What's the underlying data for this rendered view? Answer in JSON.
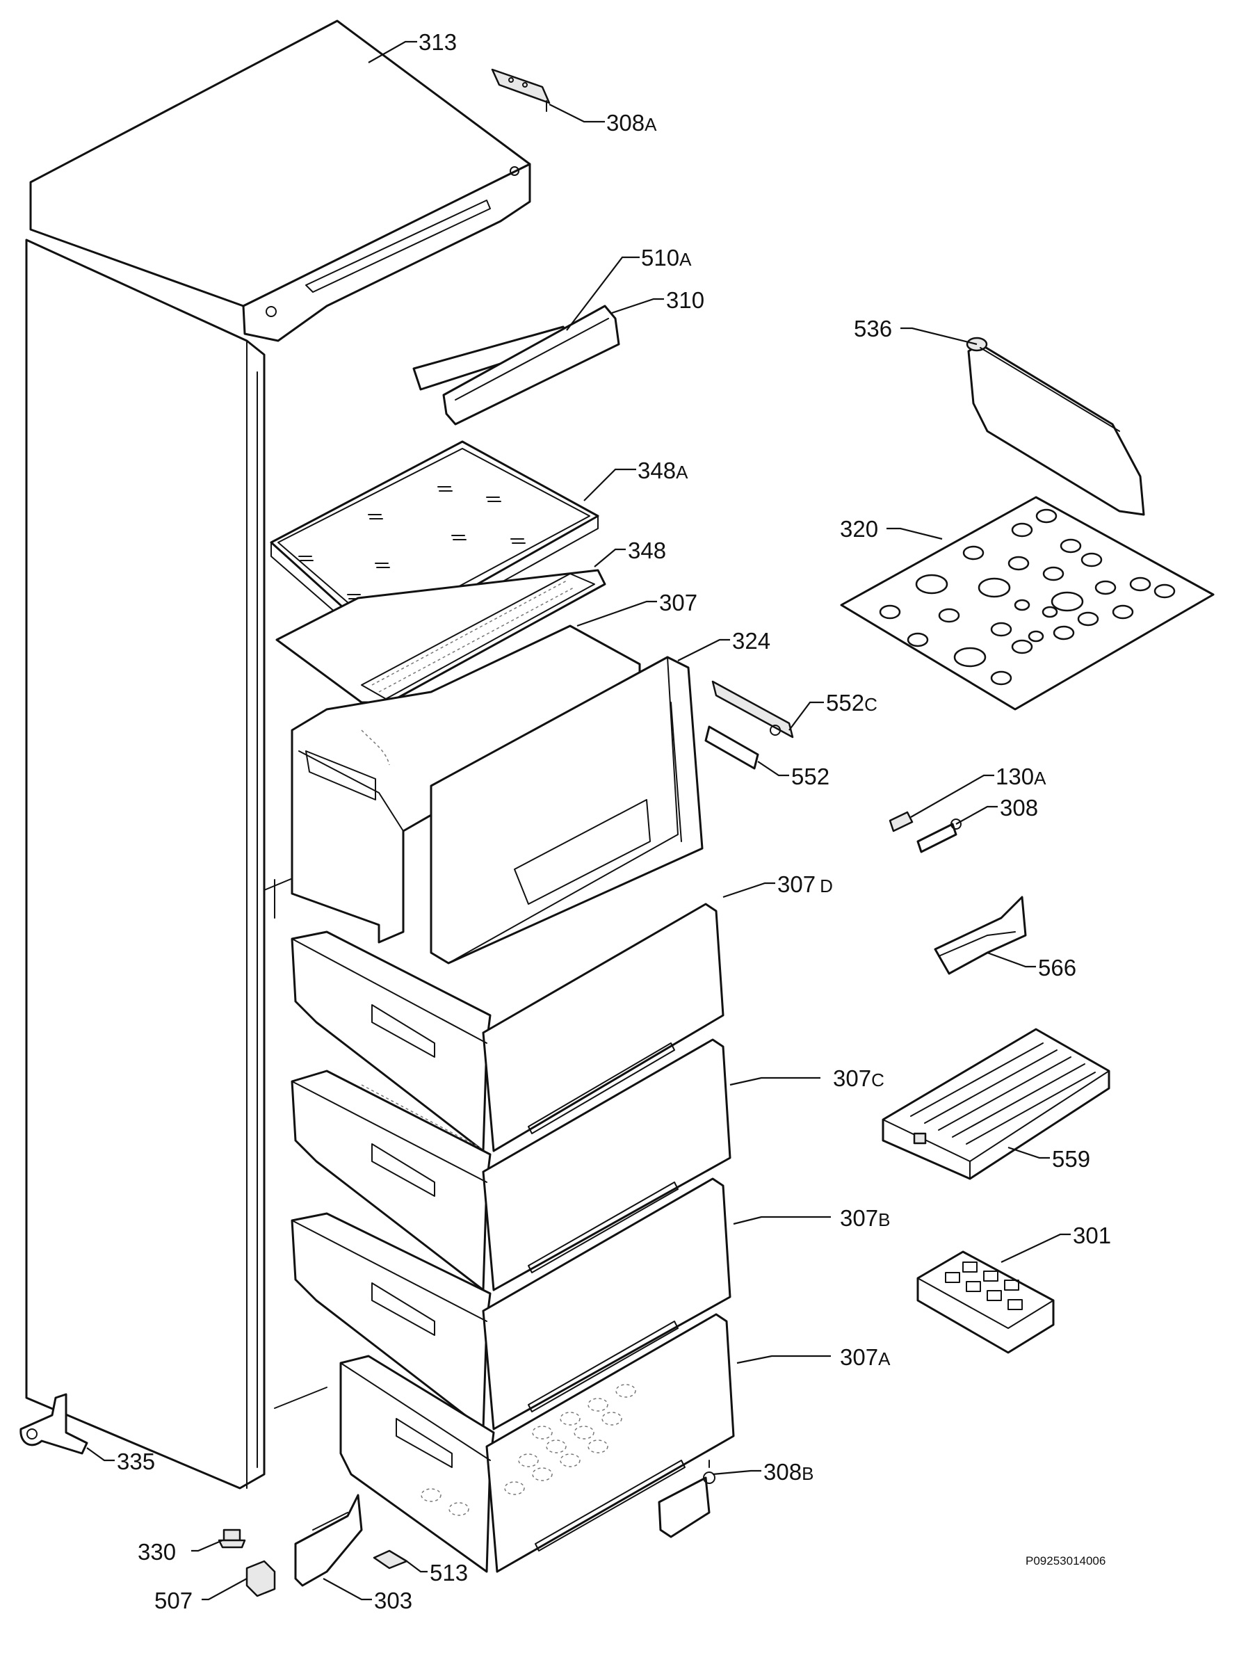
{
  "figure": {
    "reference_code": "P09253014006"
  },
  "callouts": [
    {
      "id": "c313",
      "number": "313",
      "suffix": ""
    },
    {
      "id": "c308a",
      "number": "308",
      "suffix": "A"
    },
    {
      "id": "c510a",
      "number": "510",
      "suffix": "A"
    },
    {
      "id": "c310",
      "number": "310",
      "suffix": ""
    },
    {
      "id": "c536",
      "number": "536",
      "suffix": ""
    },
    {
      "id": "c348a",
      "number": "348",
      "suffix": "A"
    },
    {
      "id": "c320",
      "number": "320",
      "suffix": ""
    },
    {
      "id": "c348",
      "number": "348",
      "suffix": ""
    },
    {
      "id": "c307",
      "number": "307",
      "suffix": ""
    },
    {
      "id": "c324",
      "number": "324",
      "suffix": ""
    },
    {
      "id": "c552c",
      "number": "552",
      "suffix": "C"
    },
    {
      "id": "c552",
      "number": "552",
      "suffix": ""
    },
    {
      "id": "c130a",
      "number": "130",
      "suffix": "A"
    },
    {
      "id": "c308",
      "number": "308",
      "suffix": ""
    },
    {
      "id": "c307d",
      "number": "307",
      "suffix": "D"
    },
    {
      "id": "c566",
      "number": "566",
      "suffix": ""
    },
    {
      "id": "c307c",
      "number": "307",
      "suffix": "C"
    },
    {
      "id": "c559",
      "number": "559",
      "suffix": ""
    },
    {
      "id": "c307b",
      "number": "307",
      "suffix": "B"
    },
    {
      "id": "c301",
      "number": "301",
      "suffix": ""
    },
    {
      "id": "c307a",
      "number": "307",
      "suffix": "A"
    },
    {
      "id": "c335",
      "number": "335",
      "suffix": ""
    },
    {
      "id": "c308b",
      "number": "308",
      "suffix": "B"
    },
    {
      "id": "c330",
      "number": "330",
      "suffix": ""
    },
    {
      "id": "c513",
      "number": "513",
      "suffix": ""
    },
    {
      "id": "c507",
      "number": "507",
      "suffix": ""
    },
    {
      "id": "c303",
      "number": "303",
      "suffix": ""
    }
  ]
}
